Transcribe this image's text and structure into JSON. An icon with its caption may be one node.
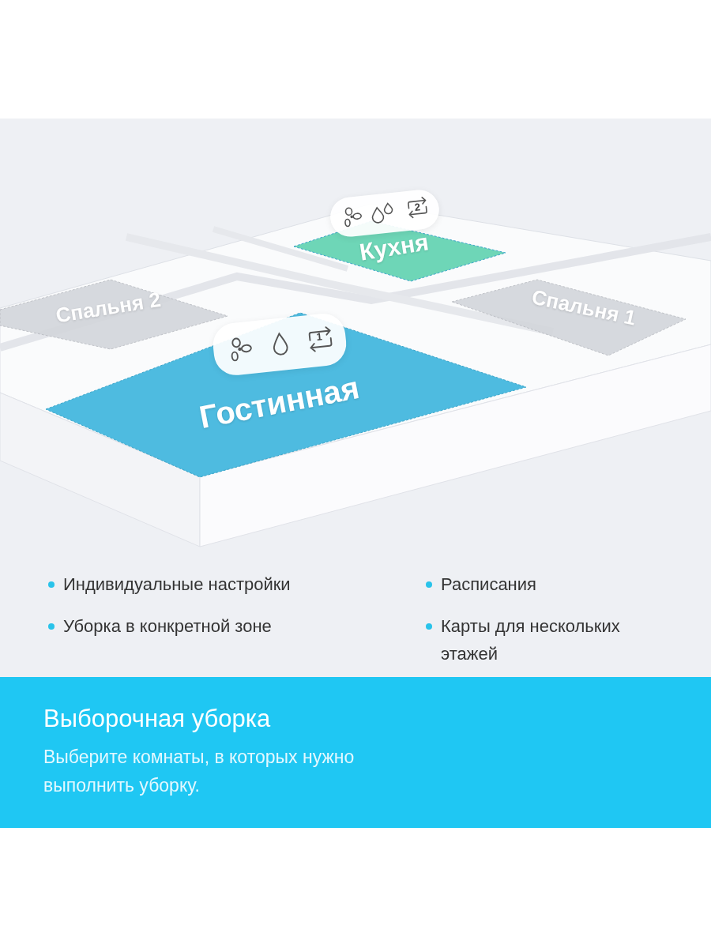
{
  "diagram": {
    "title": "Выборочная уборка",
    "caption": "Выберите комнаты, в которых нужно выполнить уборку.",
    "nodes": [
      {
        "text": [
          "Кухня"
        ]
      },
      {
        "text": [
          "Спальня 2"
        ]
      },
      {
        "text": [
          "Спальня 1"
        ]
      },
      {
        "text": [
          "Гостинная"
        ]
      }
    ],
    "labels": [
      "2",
      "1",
      "Индивидуальные настройки",
      "Расписания",
      "Уборка в конкретной зоне",
      "Карты для нескольких этажей"
    ]
  }
}
